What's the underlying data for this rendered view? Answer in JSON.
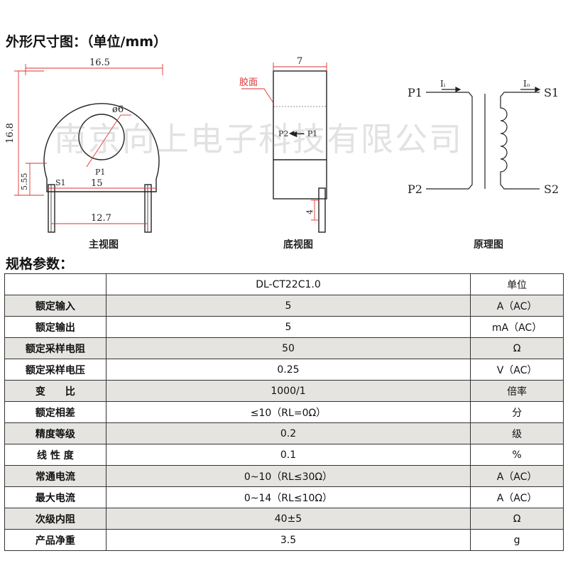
{
  "dimension_section": {
    "title": "外形尺寸图：（单位/mm）"
  },
  "front_view": {
    "caption": "主视图",
    "width_label": "16.5",
    "height_label": "16.8",
    "hole_label": "ø6",
    "bottom_height_label": "5.55",
    "inner_width_label": "15",
    "pin_spacing_label": "12.7",
    "s1_label": "S1",
    "p1_label": "P1"
  },
  "bottom_view": {
    "caption": "底视图",
    "width_label": "7",
    "glue_label": "胶面",
    "direction_label": "P2 ◀— P1",
    "pin_length_label": "4"
  },
  "principle_view": {
    "caption": "原理图",
    "p1": "P1",
    "p2": "P2",
    "s1": "S1",
    "s2": "S2",
    "ii": "Iᵢ",
    "io": "Iₒ"
  },
  "watermark": "南京向上电子科技有限公司",
  "spec_section": {
    "title": "规格参数：",
    "header": {
      "name": "",
      "model": "DL-CT22C1.0",
      "unit": "单位"
    },
    "rows": [
      {
        "name": "额定输入",
        "value": "5",
        "unit": "A（AC）"
      },
      {
        "name": "额定输出",
        "value": "5",
        "unit": "mA（AC）"
      },
      {
        "name": "额定采样电阻",
        "value": "50",
        "unit": "Ω"
      },
      {
        "name": "额定采样电压",
        "value": "0.25",
        "unit": "V（AC）"
      },
      {
        "name": "变　　比",
        "value": "1000/1",
        "unit": "倍率"
      },
      {
        "name": "额定相差",
        "value": "≤10（RL=0Ω）",
        "unit": "分"
      },
      {
        "name": "精度等级",
        "value": "0.2",
        "unit": "级"
      },
      {
        "name": "线 性 度",
        "value": "0.1",
        "unit": "%"
      },
      {
        "name": "常通电流",
        "value": "0~10（RL≤30Ω）",
        "unit": "A（AC）"
      },
      {
        "name": "最大电流",
        "value": "0~14（RL≤10Ω）",
        "unit": "A（AC）"
      },
      {
        "name": "次级内阻",
        "value": "40±5",
        "unit": "Ω"
      },
      {
        "name": "产品净重",
        "value": "3.5",
        "unit": "g"
      }
    ]
  }
}
